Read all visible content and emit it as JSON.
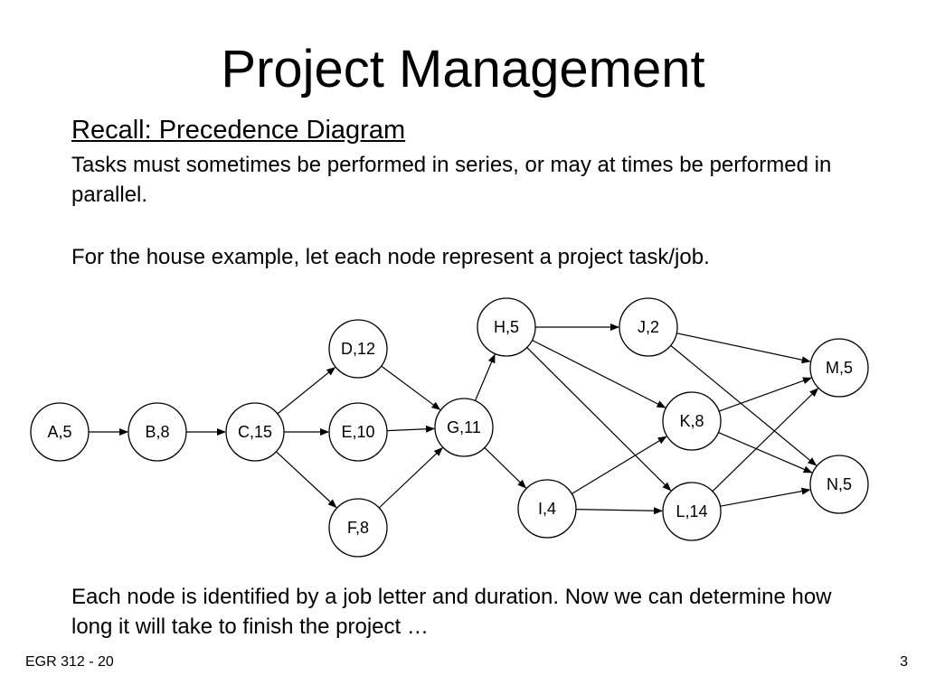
{
  "slide": {
    "title": "Project Management",
    "subtitle": "Recall: Precedence Diagram",
    "paragraph1": "Tasks must sometimes be performed in series, or may at times be performed in parallel.",
    "paragraph2": "For the house example, let each node represent a project task/job.",
    "paragraph3": "Each node is identified by a job letter and duration.  Now we can determine how long it will take to finish the project …",
    "footer_left": "EGR 312 - 20",
    "page_number": "3"
  },
  "diagram": {
    "nodes": [
      {
        "id": "A",
        "label": "A,5"
      },
      {
        "id": "B",
        "label": "B,8"
      },
      {
        "id": "C",
        "label": "C,15"
      },
      {
        "id": "D",
        "label": "D,12"
      },
      {
        "id": "E",
        "label": "E,10"
      },
      {
        "id": "F",
        "label": "F,8"
      },
      {
        "id": "G",
        "label": "G,11"
      },
      {
        "id": "H",
        "label": "H,5"
      },
      {
        "id": "I",
        "label": "I,4"
      },
      {
        "id": "J",
        "label": "J,2"
      },
      {
        "id": "K",
        "label": "K,8"
      },
      {
        "id": "L",
        "label": "L,14"
      },
      {
        "id": "M",
        "label": "M,5"
      },
      {
        "id": "N",
        "label": "N,5"
      }
    ],
    "edges": [
      {
        "from": "A",
        "to": "B"
      },
      {
        "from": "B",
        "to": "C"
      },
      {
        "from": "C",
        "to": "D"
      },
      {
        "from": "C",
        "to": "E"
      },
      {
        "from": "C",
        "to": "F"
      },
      {
        "from": "D",
        "to": "G"
      },
      {
        "from": "E",
        "to": "G"
      },
      {
        "from": "F",
        "to": "G"
      },
      {
        "from": "G",
        "to": "H"
      },
      {
        "from": "G",
        "to": "I"
      },
      {
        "from": "H",
        "to": "J"
      },
      {
        "from": "H",
        "to": "K"
      },
      {
        "from": "H",
        "to": "L"
      },
      {
        "from": "I",
        "to": "K"
      },
      {
        "from": "I",
        "to": "L"
      },
      {
        "from": "J",
        "to": "M"
      },
      {
        "from": "J",
        "to": "N"
      },
      {
        "from": "K",
        "to": "M"
      },
      {
        "from": "K",
        "to": "N"
      },
      {
        "from": "L",
        "to": "M"
      },
      {
        "from": "L",
        "to": "N"
      }
    ]
  }
}
